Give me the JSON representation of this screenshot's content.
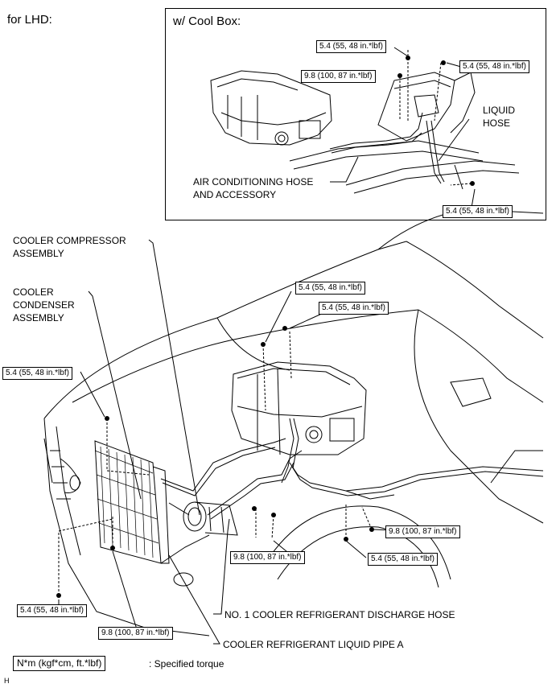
{
  "header": {
    "title": "for LHD:"
  },
  "inset": {
    "title": "w/ Cool Box:",
    "torques": [
      "5.4 (55, 48 in.*lbf)",
      "9.8 (100, 87 in.*lbf)",
      "5.4 (55, 48 in.*lbf)",
      "5.4 (55, 48 in.*lbf)"
    ],
    "labels": {
      "liquid_hose_1": "LIQUID",
      "liquid_hose_2": "HOSE",
      "ac_hose_1": "AIR CONDITIONING HOSE",
      "ac_hose_2": "AND ACCESSORY"
    }
  },
  "main": {
    "labels": {
      "compressor_1": "COOLER COMPRESSOR",
      "compressor_2": "ASSEMBLY",
      "condenser_1": "COOLER",
      "condenser_2": "CONDENSER",
      "condenser_3": "ASSEMBLY",
      "discharge_hose": "NO. 1 COOLER REFRIGERANT DISCHARGE HOSE",
      "liquid_pipe": "COOLER REFRIGERANT LIQUID PIPE A"
    },
    "torques": {
      "t_top1": "5.4 (55, 48 in.*lbf)",
      "t_top2": "5.4 (55, 48 in.*lbf)",
      "t_left": "5.4 (55, 48 in.*lbf)",
      "t_right_98": "9.8 (100, 87 in.*lbf)",
      "t_right_54": "5.4 (55, 48 in.*lbf)",
      "t_center_98": "9.8 (100, 87 in.*lbf)",
      "t_bottom_left": "5.4 (55, 48 in.*lbf)",
      "t_bottom_98": "9.8 (100, 87 in.*lbf)"
    }
  },
  "legend": {
    "box_label": "N*m (kgf*cm, ft.*lbf)",
    "desc": ": Specified torque"
  },
  "footer": {
    "code": "H"
  }
}
